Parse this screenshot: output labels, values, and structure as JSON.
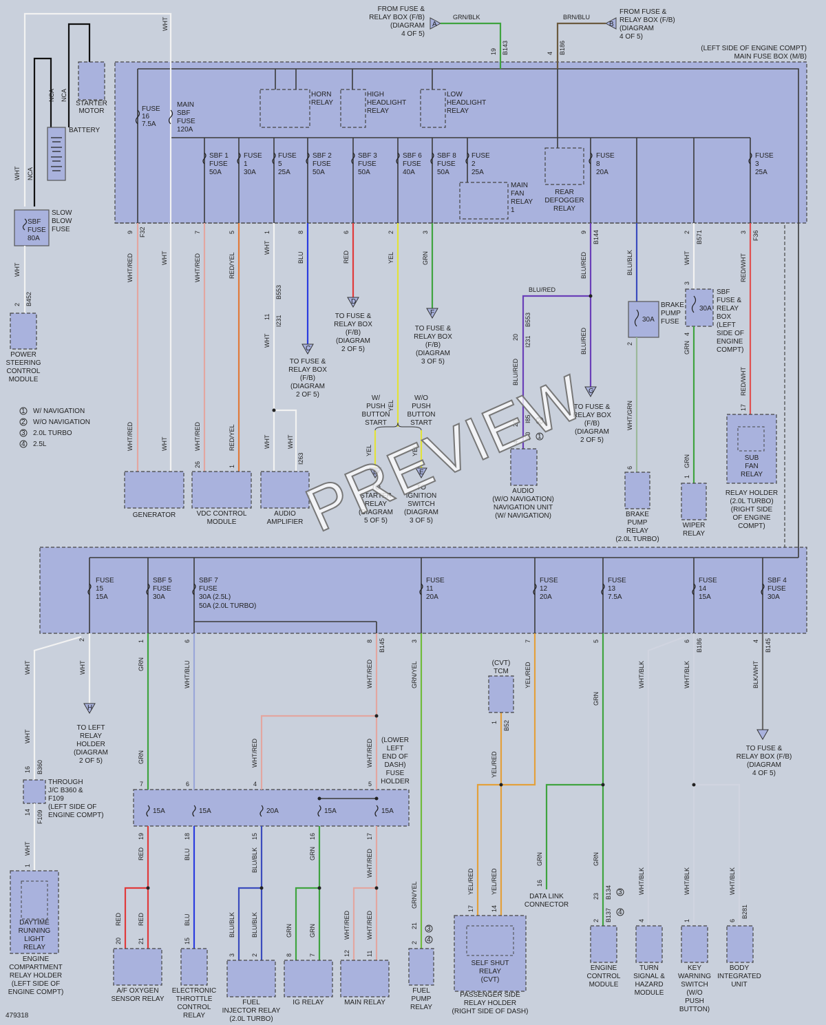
{
  "diagram_id": "479318",
  "watermark": "PREVIEW",
  "legend": [
    {
      "num": "1",
      "text": "W/ NAVIGATION"
    },
    {
      "num": "2",
      "text": "W/O NAVIGATION"
    },
    {
      "num": "3",
      "text": "2.0L TURBO"
    },
    {
      "num": "4",
      "text": "2.5L"
    }
  ],
  "main_fuse_box_label": [
    "(LEFT SIDE OF ENGINE COMPT)",
    "MAIN FUSE BOX (M/B)"
  ],
  "top_connectors": [
    {
      "id": "top-a",
      "letter": "A",
      "text": [
        "FROM FUSE &",
        "RELAY BOX (F/B)",
        "(DIAGRAM",
        "4 OF 5)"
      ],
      "wire": "GRN/BLK",
      "pin": "19",
      "conn": "B143"
    },
    {
      "id": "top-b",
      "letter": "B",
      "text": [
        "FROM FUSE &",
        "RELAY BOX (F/B)",
        "(DIAGRAM",
        "4 OF 5)"
      ],
      "wire": "BRN/BLU",
      "pin": "4",
      "conn": "B186"
    }
  ],
  "components": {
    "starter": [
      "STARTER",
      "MOTOR"
    ],
    "battery": "BATTERY",
    "horn": [
      "HORN",
      "RELAY"
    ],
    "high_hl": [
      "HIGH",
      "HEADLIGHT",
      "RELAY"
    ],
    "low_hl": [
      "LOW",
      "HEADLIGHT",
      "RELAY"
    ],
    "main_fan": [
      "MAIN",
      "FAN",
      "RELAY",
      "1"
    ],
    "rear_def": [
      "REAR",
      "DEFOGGER",
      "RELAY"
    ],
    "slow_blow": [
      "SLOW",
      "BLOW",
      "FUSE"
    ],
    "psc": [
      "POWER",
      "STEERING",
      "CONTROL",
      "MODULE"
    ],
    "generator": "GENERATOR",
    "vdc": [
      "VDC CONTROL",
      "MODULE"
    ],
    "audio_amp": [
      "AUDIO",
      "AMPLIFIER"
    ],
    "audio_nav": [
      "AUDIO",
      "(W/O NAVIGATION)",
      "NAVIGATION UNIT",
      "(W/ NAVIGATION)"
    ],
    "brake_pump": [
      "BRAKE",
      "PUMP",
      "RELAY",
      "(2.0L TURBO)"
    ],
    "wiper": [
      "WIPER",
      "RELAY"
    ],
    "sub_fan": [
      "SUB",
      "FAN",
      "RELAY"
    ],
    "relay_holder": [
      "RELAY HOLDER",
      "(2.0L TURBO)",
      "(RIGHT SIDE",
      "OF ENGINE",
      "COMPT)"
    ],
    "brake_pump_fuse": [
      "BRAKE",
      "PUMP",
      "FUSE"
    ],
    "sbf_box": [
      "SBF",
      "FUSE &",
      "RELAY",
      "BOX",
      "(LEFT",
      "SIDE OF",
      "ENGINE",
      "COMPT)"
    ],
    "drl": [
      "DAYTIME",
      "RUNNING",
      "LIGHT",
      "RELAY"
    ],
    "drl_holder": [
      "ENGINE",
      "COMPARTMENT",
      "RELAY HOLDER",
      "(LEFT SIDE OF",
      "ENGINE COMPT)"
    ],
    "through_jc": [
      "THROUGH",
      "J/C B360 &",
      "F109",
      "(LEFT SIDE OF",
      "ENGINE COMPT)"
    ],
    "af_sensor": [
      "A/F OXYGEN",
      "SENSOR RELAY"
    ],
    "etc": [
      "ELECTRONIC",
      "THROTTLE",
      "CONTROL",
      "RELAY"
    ],
    "fuel_inj": [
      "FUEL",
      "INJECTOR RELAY",
      "(2.0L TURBO)"
    ],
    "ig_relay": "IG RELAY",
    "main_relay": "MAIN RELAY",
    "fuel_pump": [
      "FUEL",
      "PUMP",
      "RELAY"
    ],
    "tcm": [
      "(CVT)",
      "TCM"
    ],
    "self_shut": [
      "SELF SHUT",
      "RELAY",
      "(CVT)"
    ],
    "pass_holder": [
      "PASSENGER SIDE",
      "RELAY HOLDER",
      "(RIGHT SIDE OF DASH)"
    ],
    "dlc": [
      "DATA LINK",
      "CONNECTOR"
    ],
    "ecm": [
      "ENGINE",
      "CONTROL",
      "MODULE"
    ],
    "turn": [
      "TURN",
      "SIGNAL &",
      "HAZARD",
      "MODULE"
    ],
    "key_warn": [
      "KEY",
      "WARNING",
      "SWITCH",
      "(W/O",
      "PUSH",
      "BUTTON)"
    ],
    "bcm": [
      "BODY",
      "INTEGRATED",
      "UNIT"
    ],
    "lower_fuse_holder": [
      "(LOWER",
      "LEFT",
      "END OF",
      "DASH)",
      "FUSE",
      "HOLDER"
    ],
    "push_yes": [
      "W/",
      "PUSH",
      "BUTTON",
      "START"
    ],
    "push_no": [
      "W/O",
      "PUSH",
      "BUTTON",
      "START"
    ]
  },
  "upper_fuses": [
    {
      "id": "f16",
      "text": [
        "FUSE",
        "16",
        "7.5A"
      ]
    },
    {
      "id": "msbf",
      "text": [
        "MAIN",
        "SBF",
        "FUSE",
        "120A"
      ]
    },
    {
      "id": "sbf1",
      "text": [
        "SBF 1",
        "FUSE",
        "50A"
      ]
    },
    {
      "id": "f1",
      "text": [
        "FUSE",
        "1",
        "30A"
      ]
    },
    {
      "id": "f5",
      "text": [
        "FUSE",
        "5",
        "25A"
      ]
    },
    {
      "id": "sbf2",
      "text": [
        "SBF 2",
        "FUSE",
        "50A"
      ]
    },
    {
      "id": "sbf3",
      "text": [
        "SBF 3",
        "FUSE",
        "50A"
      ]
    },
    {
      "id": "sbf6",
      "text": [
        "SBF 6",
        "FUSE",
        "40A"
      ]
    },
    {
      "id": "sbf8",
      "text": [
        "SBF 8",
        "FUSE",
        "50A"
      ]
    },
    {
      "id": "f2",
      "text": [
        "FUSE",
        "2",
        "25A"
      ]
    },
    {
      "id": "f8",
      "text": [
        "FUSE",
        "8",
        "20A"
      ]
    },
    {
      "id": "f3",
      "text": [
        "FUSE",
        "3",
        "25A"
      ]
    },
    {
      "id": "sbf80",
      "text": [
        "SBF",
        "FUSE",
        "80A"
      ]
    }
  ],
  "lower_fuses": [
    {
      "id": "f15",
      "text": [
        "FUSE",
        "15",
        "15A"
      ]
    },
    {
      "id": "sbf5",
      "text": [
        "SBF 5",
        "FUSE",
        "30A"
      ]
    },
    {
      "id": "sbf7",
      "text": [
        "SBF 7",
        "FUSE",
        "30A   (2.5L)",
        "50A   (2.0L TURBO)"
      ]
    },
    {
      "id": "f11",
      "text": [
        "FUSE",
        "11",
        "20A"
      ]
    },
    {
      "id": "f12",
      "text": [
        "FUSE",
        "12",
        "20A"
      ]
    },
    {
      "id": "f13",
      "text": [
        "FUSE",
        "13",
        "7.5A"
      ]
    },
    {
      "id": "f14",
      "text": [
        "FUSE",
        "14",
        "15A"
      ]
    },
    {
      "id": "sbf4",
      "text": [
        "SBF 4",
        "FUSE",
        "30A"
      ]
    }
  ],
  "fuse_holder_ratings": [
    "15A",
    "15A",
    "20A",
    "15A",
    "15A"
  ],
  "small_ratings": {
    "bpf": "30A",
    "sbfbox": "30A"
  },
  "nca": "NCA",
  "wires": {
    "WHT": "WHT",
    "WHT_RED": "WHT/RED",
    "RED_YEL": "RED/YEL",
    "BLU": "BLU",
    "RED": "RED",
    "YEL": "YEL",
    "GRN": "GRN",
    "BLU_RED": "BLU/RED",
    "BLU_BLK": "BLU/BLK",
    "WHT_GRN": "WHT/GRN",
    "RED_WHT": "RED/WHT",
    "WHT_BLU": "WHT/BLU",
    "GRN_YEL": "GRN/YEL",
    "YEL_RED": "YEL/RED",
    "WHT_BLK": "WHT/BLK",
    "BLK_WHT": "BLK/WHT",
    "GRN_BLK": "GRN/BLK",
    "BRN_BLU": "BRN/BLU"
  },
  "destinations": [
    {
      "id": "dest-c",
      "letter": "C",
      "text": [
        "TO FUSE &",
        "RELAY BOX",
        "(F/B)",
        "(DIAGRAM",
        "2 OF 5)"
      ]
    },
    {
      "id": "dest-d",
      "letter": "D",
      "text": [
        "TO FUSE &",
        "RELAY BOX",
        "(F/B)",
        "(DIAGRAM",
        "2 OF 5)"
      ]
    },
    {
      "id": "dest-f",
      "letter": "F",
      "text": [
        "TO FUSE &",
        "RELAY BOX",
        "(F/B)",
        "(DIAGRAM",
        "3 OF 5)"
      ]
    },
    {
      "id": "dest-g",
      "letter": "G",
      "text": [
        "TO FUSE &",
        "RELAY BOX",
        "(F/B)",
        "(DIAGRAM",
        "2 OF 5)"
      ]
    },
    {
      "id": "dest-dd",
      "letter": "D",
      "text": [
        "TO",
        "STARTER",
        "RELAY",
        "(DIAGRAM",
        "5 OF 5)"
      ]
    },
    {
      "id": "dest-e",
      "letter": "E",
      "text": [
        "TO",
        "IGNITION",
        "SWITCH",
        "(DIAGRAM",
        "3 OF 5)"
      ]
    },
    {
      "id": "dest-h",
      "letter": "H",
      "text": [
        "TO LEFT",
        "RELAY",
        "HOLDER",
        "(DIAGRAM",
        "2 OF 5)"
      ]
    },
    {
      "id": "dest-i",
      "letter": "I",
      "text": [
        "TO FUSE &",
        "RELAY BOX (F/B)",
        "(DIAGRAM",
        "4 OF 5)"
      ]
    }
  ],
  "connectors": {
    "F32": "F32",
    "B553": "B553",
    "I231": "I231",
    "I263": "I263",
    "I85": "I85",
    "I50": "I50",
    "B144": "B144",
    "B571": "B571",
    "F36": "F36",
    "B452": "B452",
    "B145": "B145",
    "B186": "B186",
    "B360": "B360",
    "F109": "F109",
    "B52": "B52",
    "B134": "B134",
    "B137": "B137",
    "B281": "B281"
  }
}
